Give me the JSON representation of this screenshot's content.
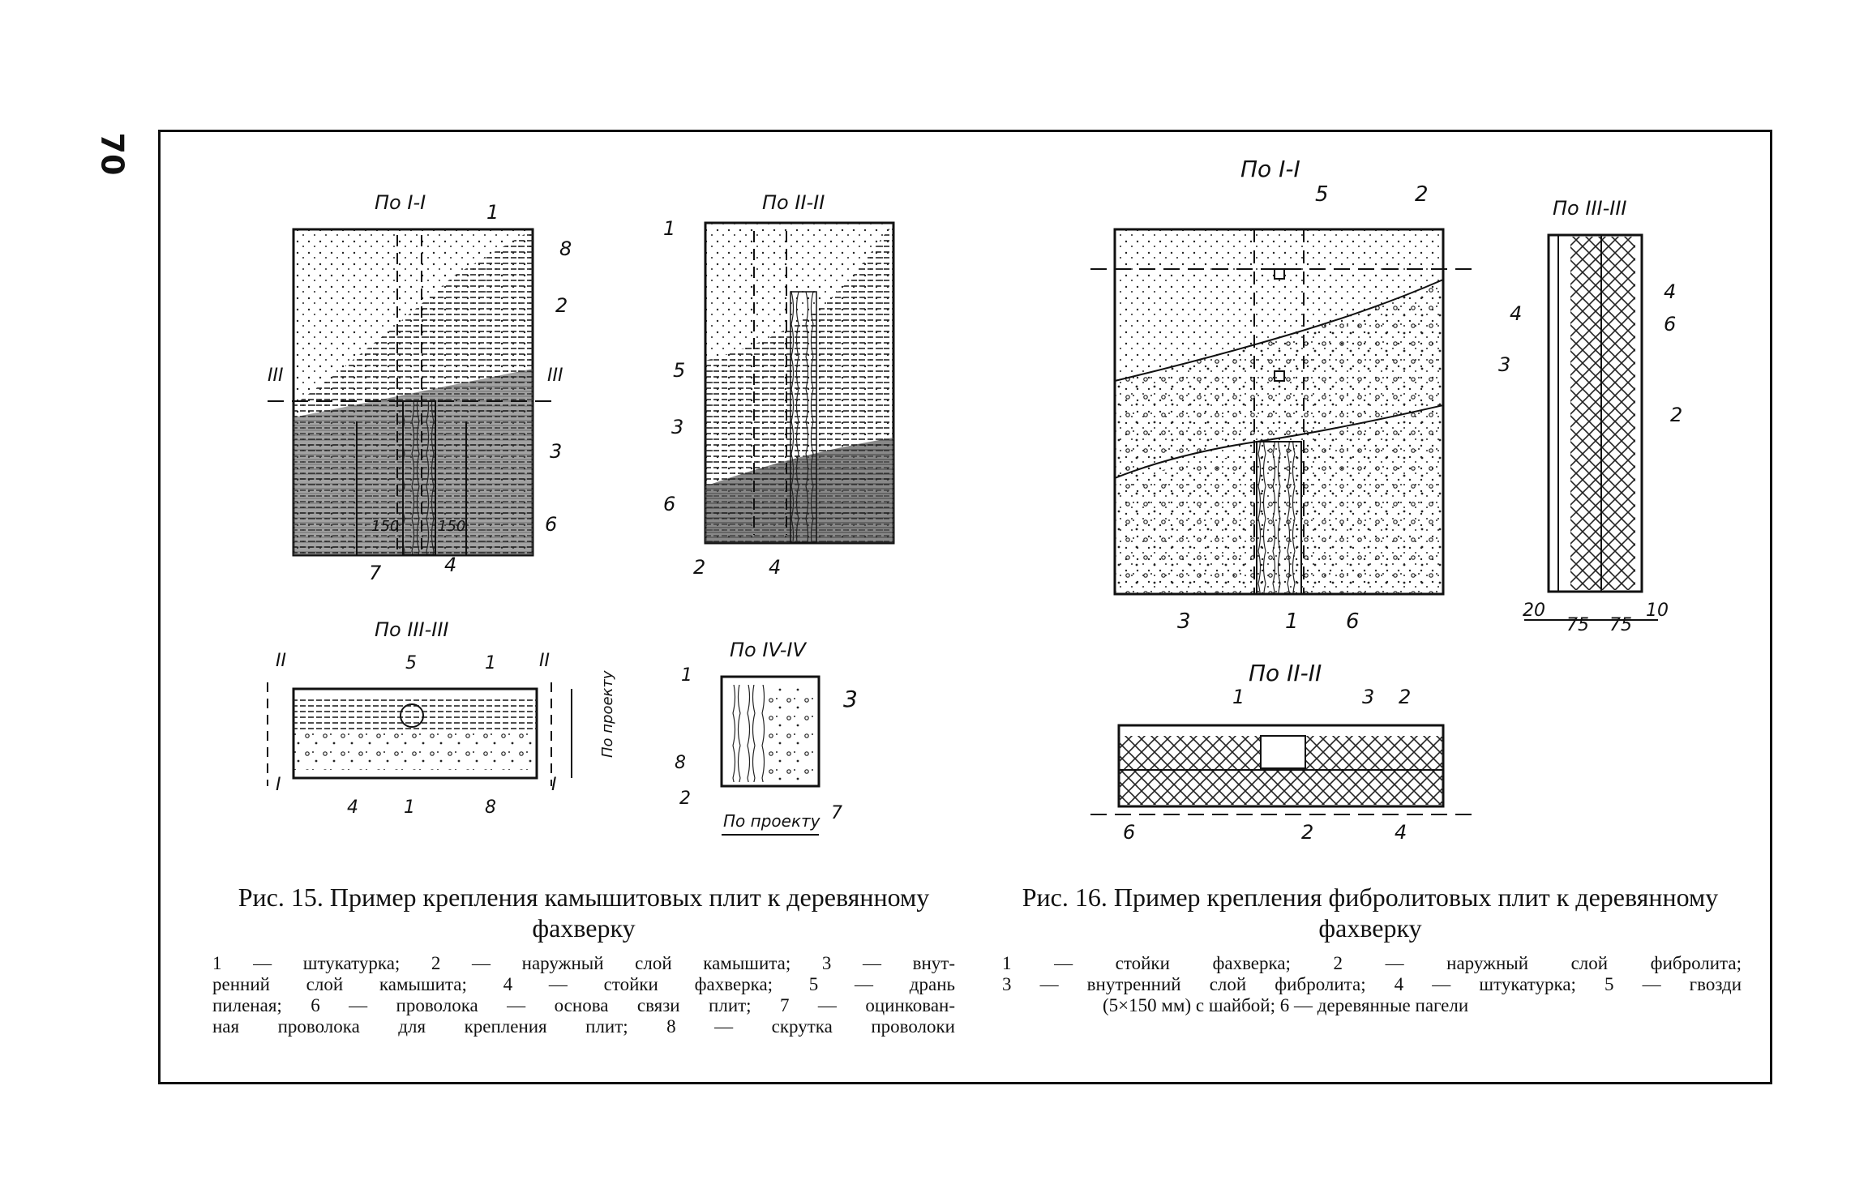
{
  "page_number": "70",
  "fig15": {
    "views": {
      "section_1": "По I-I",
      "section_2": "По II-II",
      "section_3": "По III-III",
      "section_4": "По IV-IV"
    },
    "marks": {
      "dim_150": "150",
      "po_proektu": "По проекту",
      "roman_2": "II",
      "roman_3": "III",
      "roman_1": "I"
    },
    "caption": "Рис. 15. Пример крепления камышитовых плит к деревянному фахверку",
    "legend": [
      "1 — штукатурка; 2 — наружный слой камышита; 3 — внут-",
      "ренний слой камышита; 4 — стойки фахверка; 5 — дрань",
      "пиленая; 6 — проволока — основа связи плит; 7 — оцинкован-",
      "ная проволока для крепления плит; 8 — скрутка проволоки"
    ]
  },
  "fig16": {
    "views": {
      "section_1": "По I-I",
      "section_2": "По II-II",
      "section_3": "По III-III"
    },
    "dims": [
      "20",
      "75",
      "75",
      "10"
    ],
    "caption": "Рис. 16. Пример крепления фибролитовых плит к деревянному фахверку",
    "legend": [
      "1 — стойки фахверка; 2 — наружный слой фибролита;",
      "3 — внутренний слой фибролита; 4 — штукатурка; 5 — гвозди",
      "(5×150 мм) с шайбой; 6 — деревянные пагели"
    ]
  },
  "numbers": [
    "1",
    "2",
    "3",
    "4",
    "5",
    "6",
    "7",
    "8"
  ]
}
